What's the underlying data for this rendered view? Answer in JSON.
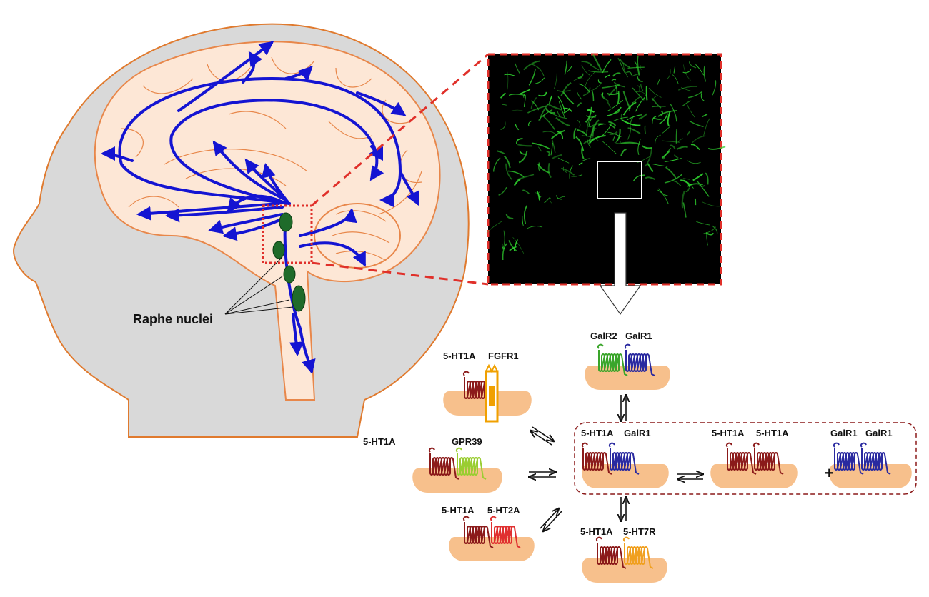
{
  "labels": {
    "raphe_nuclei": "Raphe nuclei"
  },
  "receptor_complexes": {
    "fgfr1": {
      "left": "5-HT1A",
      "right": "FGFR1"
    },
    "gpr39": {
      "left": "5-HT1A",
      "right": "GPR39"
    },
    "ht2a": {
      "left": "5-HT1A",
      "right": "5-HT2A"
    },
    "galr2": {
      "left": "GalR2",
      "right": "GalR1"
    },
    "center": {
      "left": "5-HT1A",
      "right": "GalR1"
    },
    "homo_ht1a": {
      "left": "5-HT1A",
      "right": "5-HT1A"
    },
    "homo_galr1": {
      "left": "GalR1",
      "right": "GalR1"
    },
    "ht7r": {
      "left": "5-HT1A",
      "right": "5-HT7R"
    }
  },
  "plus_sign": "+",
  "colors": {
    "head": "#d9d9d9",
    "head_outline": "#e07a2e",
    "brain": "#fde7d6",
    "brain_lines": "#e8874a",
    "pathway": "#1414d2",
    "raphe": "#1f6b2a",
    "micrograph_bg": "#000000",
    "micrograph_cells": "#2dcc2d",
    "zoom_box": "#e0302a",
    "membrane": "#f7c08c",
    "ht1a": "#8b1a1a",
    "galr1": "#2a2aa0",
    "galr2": "#3aa52a",
    "gpr39": "#9acd32",
    "ht2a": "#e03030",
    "ht7r": "#f0a020",
    "fgfr1": "#f0a000",
    "dashed_group": "#8b1a1a"
  }
}
